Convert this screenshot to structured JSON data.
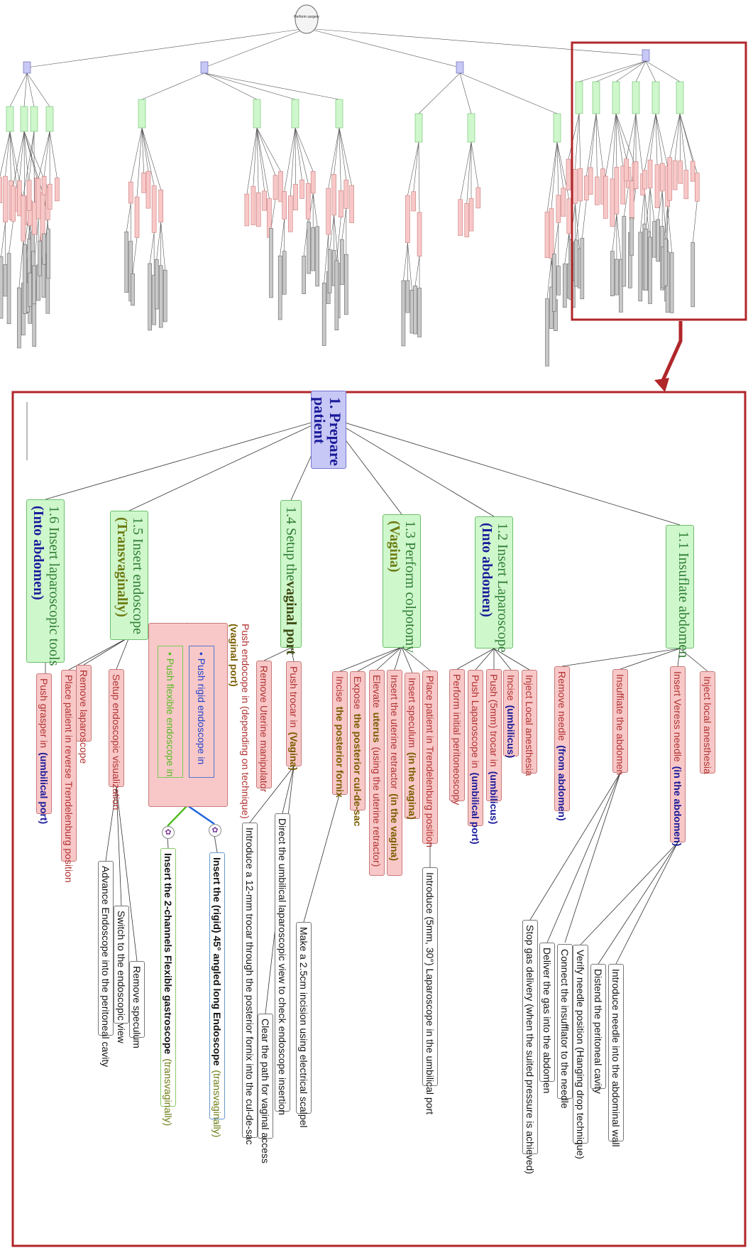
{
  "overview": {
    "root_label": "Perform\nsurgery",
    "colors": {
      "frame": "#b0262a",
      "phase_fill": "#cff7cc",
      "phase_border": "#6cbf6c",
      "step_fill": "#f8c8c8",
      "step_border": "#c97a7a",
      "leaf_fill": "#c8c8c8",
      "phase_root_fill": "#c8c8f6"
    }
  },
  "detail": {
    "root": {
      "line1": "1. Prepare",
      "line2": "patient"
    },
    "phases": {
      "p11": {
        "label": "1.1 Insuflate abdomen"
      },
      "p12": {
        "label": "1.2 Insert Laparoscope",
        "qualifier": "(Into abdomen)"
      },
      "p13": {
        "label": "1.3 Perform colpotomy",
        "qualifier": "(Vagina)"
      },
      "p14": {
        "label_a": "1.4 Setup the ",
        "label_b": "vaginal port"
      },
      "p15": {
        "label": "1.5 Insert endoscope",
        "qualifier": "(Transvaginally)"
      },
      "p16": {
        "label": "1.6 Insert laparoscopic tools",
        "qualifier": "(Into abdomen)"
      }
    },
    "steps": {
      "s11a": {
        "text": "Inject local anesthesia"
      },
      "s11b": {
        "text": "Insert Veress needle ",
        "q": "(in the abdomen)"
      },
      "s11c": {
        "text": "Insuffiate the abdomen"
      },
      "s11d": {
        "text": "Remove needle ",
        "q": "(from abdomen)"
      },
      "s12a": {
        "text": "Inject Local anesthesia"
      },
      "s12b": {
        "text": "Incise ",
        "q": "(umbilicus)"
      },
      "s12c": {
        "text": "Push (5mm) trocar in ",
        "q": "(umbilicus)"
      },
      "s12d": {
        "text": "Push Laparoscope in ",
        "q": "(umbilical port)"
      },
      "s12e": {
        "text": "Perform initial peritoneoscopy"
      },
      "s13a": {
        "text": "Place patient in Trendelenburg position"
      },
      "s13b": {
        "text": "Insert speculum ",
        "q": "(in the vagina)"
      },
      "s13c": {
        "text": "Insert the uterine retractor ",
        "q": "(in the vagina)"
      },
      "s13d": {
        "text": "Elevate ",
        "q": "uterus",
        "t2": " (using the uterine retractor)"
      },
      "s13e": {
        "text": "Expose ",
        "q": "the posterior cul-de-sac"
      },
      "s13f": {
        "text": "Incise ",
        "q": "the posterior fornix"
      },
      "s14a": {
        "text": "Push trocar in ",
        "q": "(Vagina)"
      },
      "s14b": {
        "text": "Remove Uterine manipulator"
      },
      "s15push": {
        "text": "Push endocope in (depending on technique)",
        "q": "(vaginal port)"
      },
      "s15a": {
        "text": "Setup endoscopic visualization"
      },
      "s15b": {
        "text": "Remove laparoscope"
      },
      "s15c": {
        "text": "Place patient in reverse Trendelenburg position"
      },
      "s16a": {
        "text": "Push grasper in ",
        "q": "(umbilical port)"
      }
    },
    "push_options": {
      "rigid": "Push rigid endoscope in",
      "flexible": "Push flexible endoscope in",
      "rigid_color": "#2244cc",
      "flexible_color": "#66cc33"
    },
    "leaves": {
      "l11a": "Introduce needle into the abdominal wall",
      "l11b": "Distend the peritoneal cavity",
      "l11c": "Verify needle position (Hanging drop technique)",
      "l11d": "Connect the insufflator to the needle",
      "l11e": "Deliver the gas into the abdomen",
      "l11f": "Stop gas delivery (when the suited pressure is achieved)",
      "l12a": "Introduce (5mm, 30°) Laparoscope in the umbilical port",
      "l13a": "Make a 2.5cm incision using electrical scalpel",
      "l14a": "Direct the umbilical laparoscopic view to check endoscope insertion",
      "l14b": "Clear the path for vaginal access",
      "l14c": "Introduce a 12-mm trocar through the posterior fornix into the cul-de-sac",
      "l15r_a": "Insert the (rigid) 45° angled long Endoscope ",
      "l15r_b": "(transvaginally)",
      "l15f_a": "Insert the 2-channels Flexible gastroscope ",
      "l15f_b": "(transvaginally)",
      "l15a": "Remove speculum",
      "l15b": "Switch to the endoscopic view",
      "l15c": "Advance Endoscope into the peritoneal cavity"
    }
  }
}
